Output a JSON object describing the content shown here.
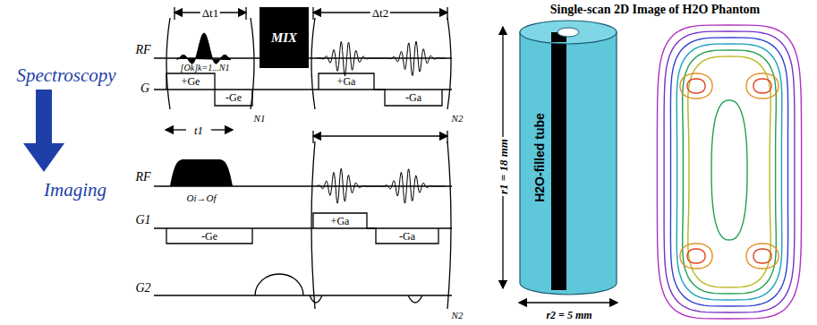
{
  "diagram": {
    "title": "Single-scan 2D Image of H2O Phantom",
    "nodes": [
      {
        "text": [
          "MIX"
        ]
      },
      {
        "text": [
          "H2O-filled tube"
        ]
      }
    ],
    "labels": [
      "Spectroscopy",
      "Imaging",
      "Δt1",
      "RF",
      "[Ok]k=1...N1",
      "G",
      "+Ge",
      "-Ge",
      "N1",
      "Δt2",
      "+Ga",
      "-Ga",
      "N2",
      "t1",
      "RF",
      "Oi→Of",
      "G1",
      "-Ge",
      "+Ga",
      "-Ga",
      "G2",
      "N2",
      "r1 = 18 mm",
      "r2 = 5 mm"
    ]
  }
}
